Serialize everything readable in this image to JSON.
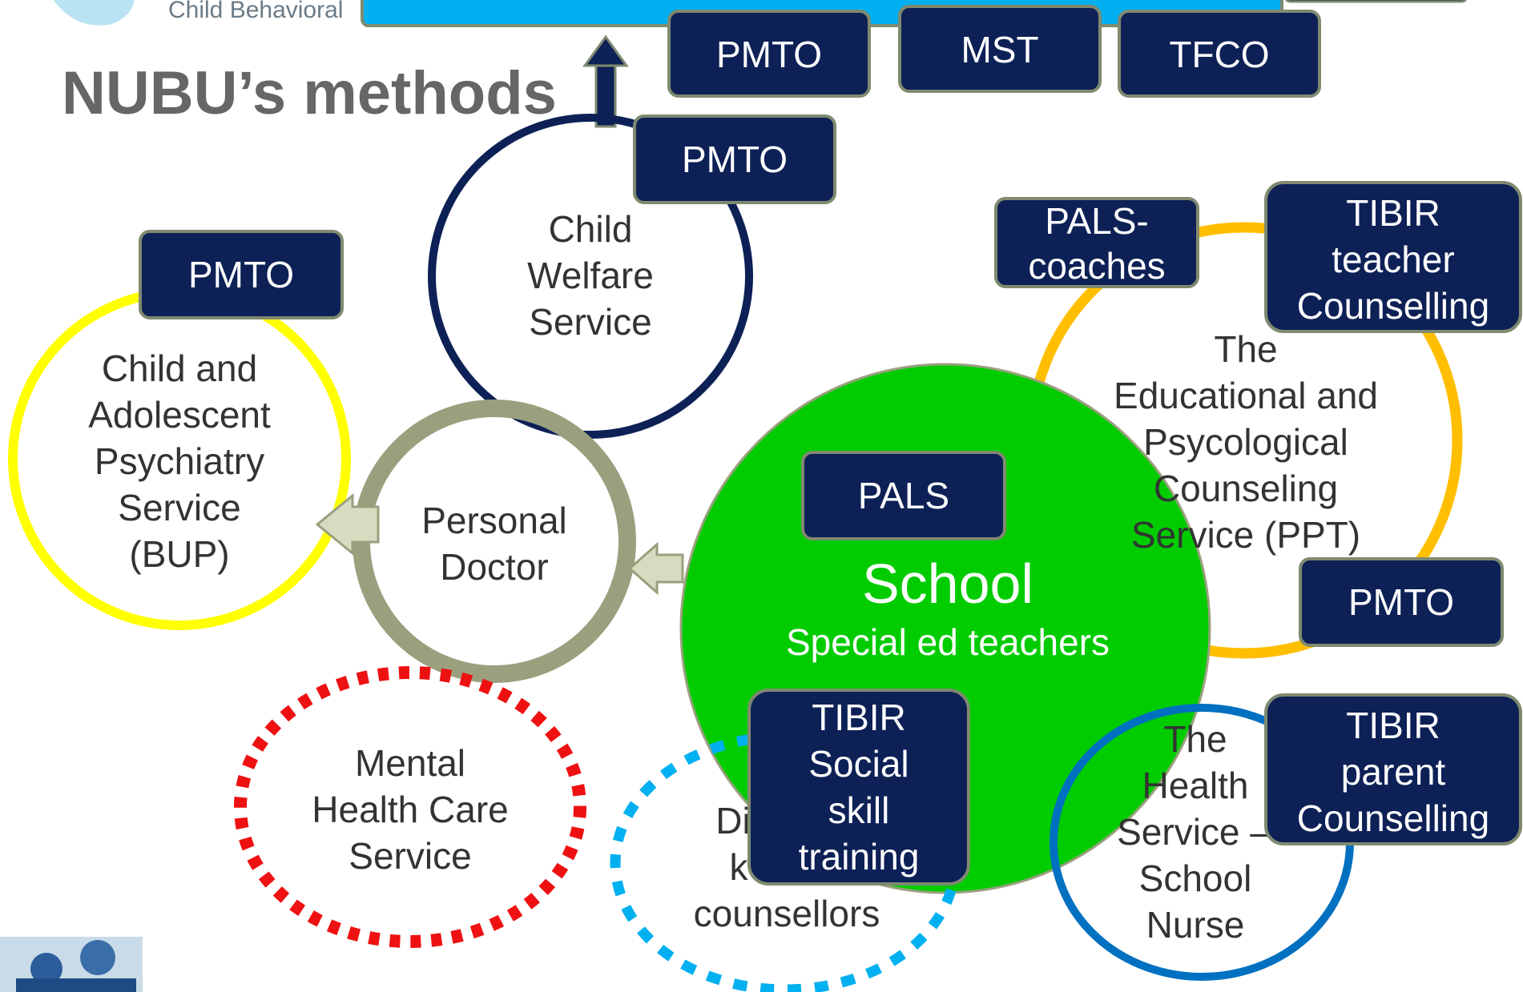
{
  "header": {
    "logo_text": "Child Behavioral",
    "title": "NUBU’s methods"
  },
  "top_methods": [
    "PMTO",
    "MST",
    "TFCO"
  ],
  "child_welfare": {
    "lines": [
      "Child",
      "Welfare",
      "Service"
    ],
    "badge": "PMTO"
  },
  "bup": {
    "lines": [
      "Child and",
      "Adolescent",
      "Psychiatry",
      "Service",
      "(BUP)"
    ],
    "badge": "PMTO"
  },
  "personal_doctor": {
    "lines": [
      "Personal",
      "Doctor"
    ]
  },
  "ppt": {
    "lines": [
      "The",
      "Educational and",
      "Psycological",
      "Counseling",
      "Service (PPT)"
    ],
    "badge_pals_coaches": [
      "PALS-",
      "coaches"
    ],
    "badge_tibir_teacher": [
      "TIBIR",
      "teacher",
      "Counselling"
    ],
    "badge_pmto": "PMTO"
  },
  "school": {
    "title": "School",
    "subtitle": "Special ed teachers",
    "badge": "PALS"
  },
  "mental_health": {
    "lines": [
      "Mental",
      "Health Care",
      "Service"
    ]
  },
  "counsellors": {
    "lines": [
      "Di",
      "k",
      "counsellors"
    ],
    "badge": [
      "TIBIR",
      "Social",
      "skill",
      "training"
    ]
  },
  "health_service": {
    "lines": [
      "The",
      "Health",
      "Service –",
      "School",
      "Nurse"
    ],
    "badge": [
      "TIBIR",
      "parent",
      "Counselling"
    ]
  },
  "colors": {
    "navy": "#0d2156",
    "sky_blue": "#00b0f0",
    "green": "#00cc00",
    "yellow": "#ffff00",
    "orange": "#ffbf00",
    "olive": "#9aa07e",
    "red": "#ee1111",
    "blue": "#0070c0",
    "gray_text": "#666666"
  }
}
